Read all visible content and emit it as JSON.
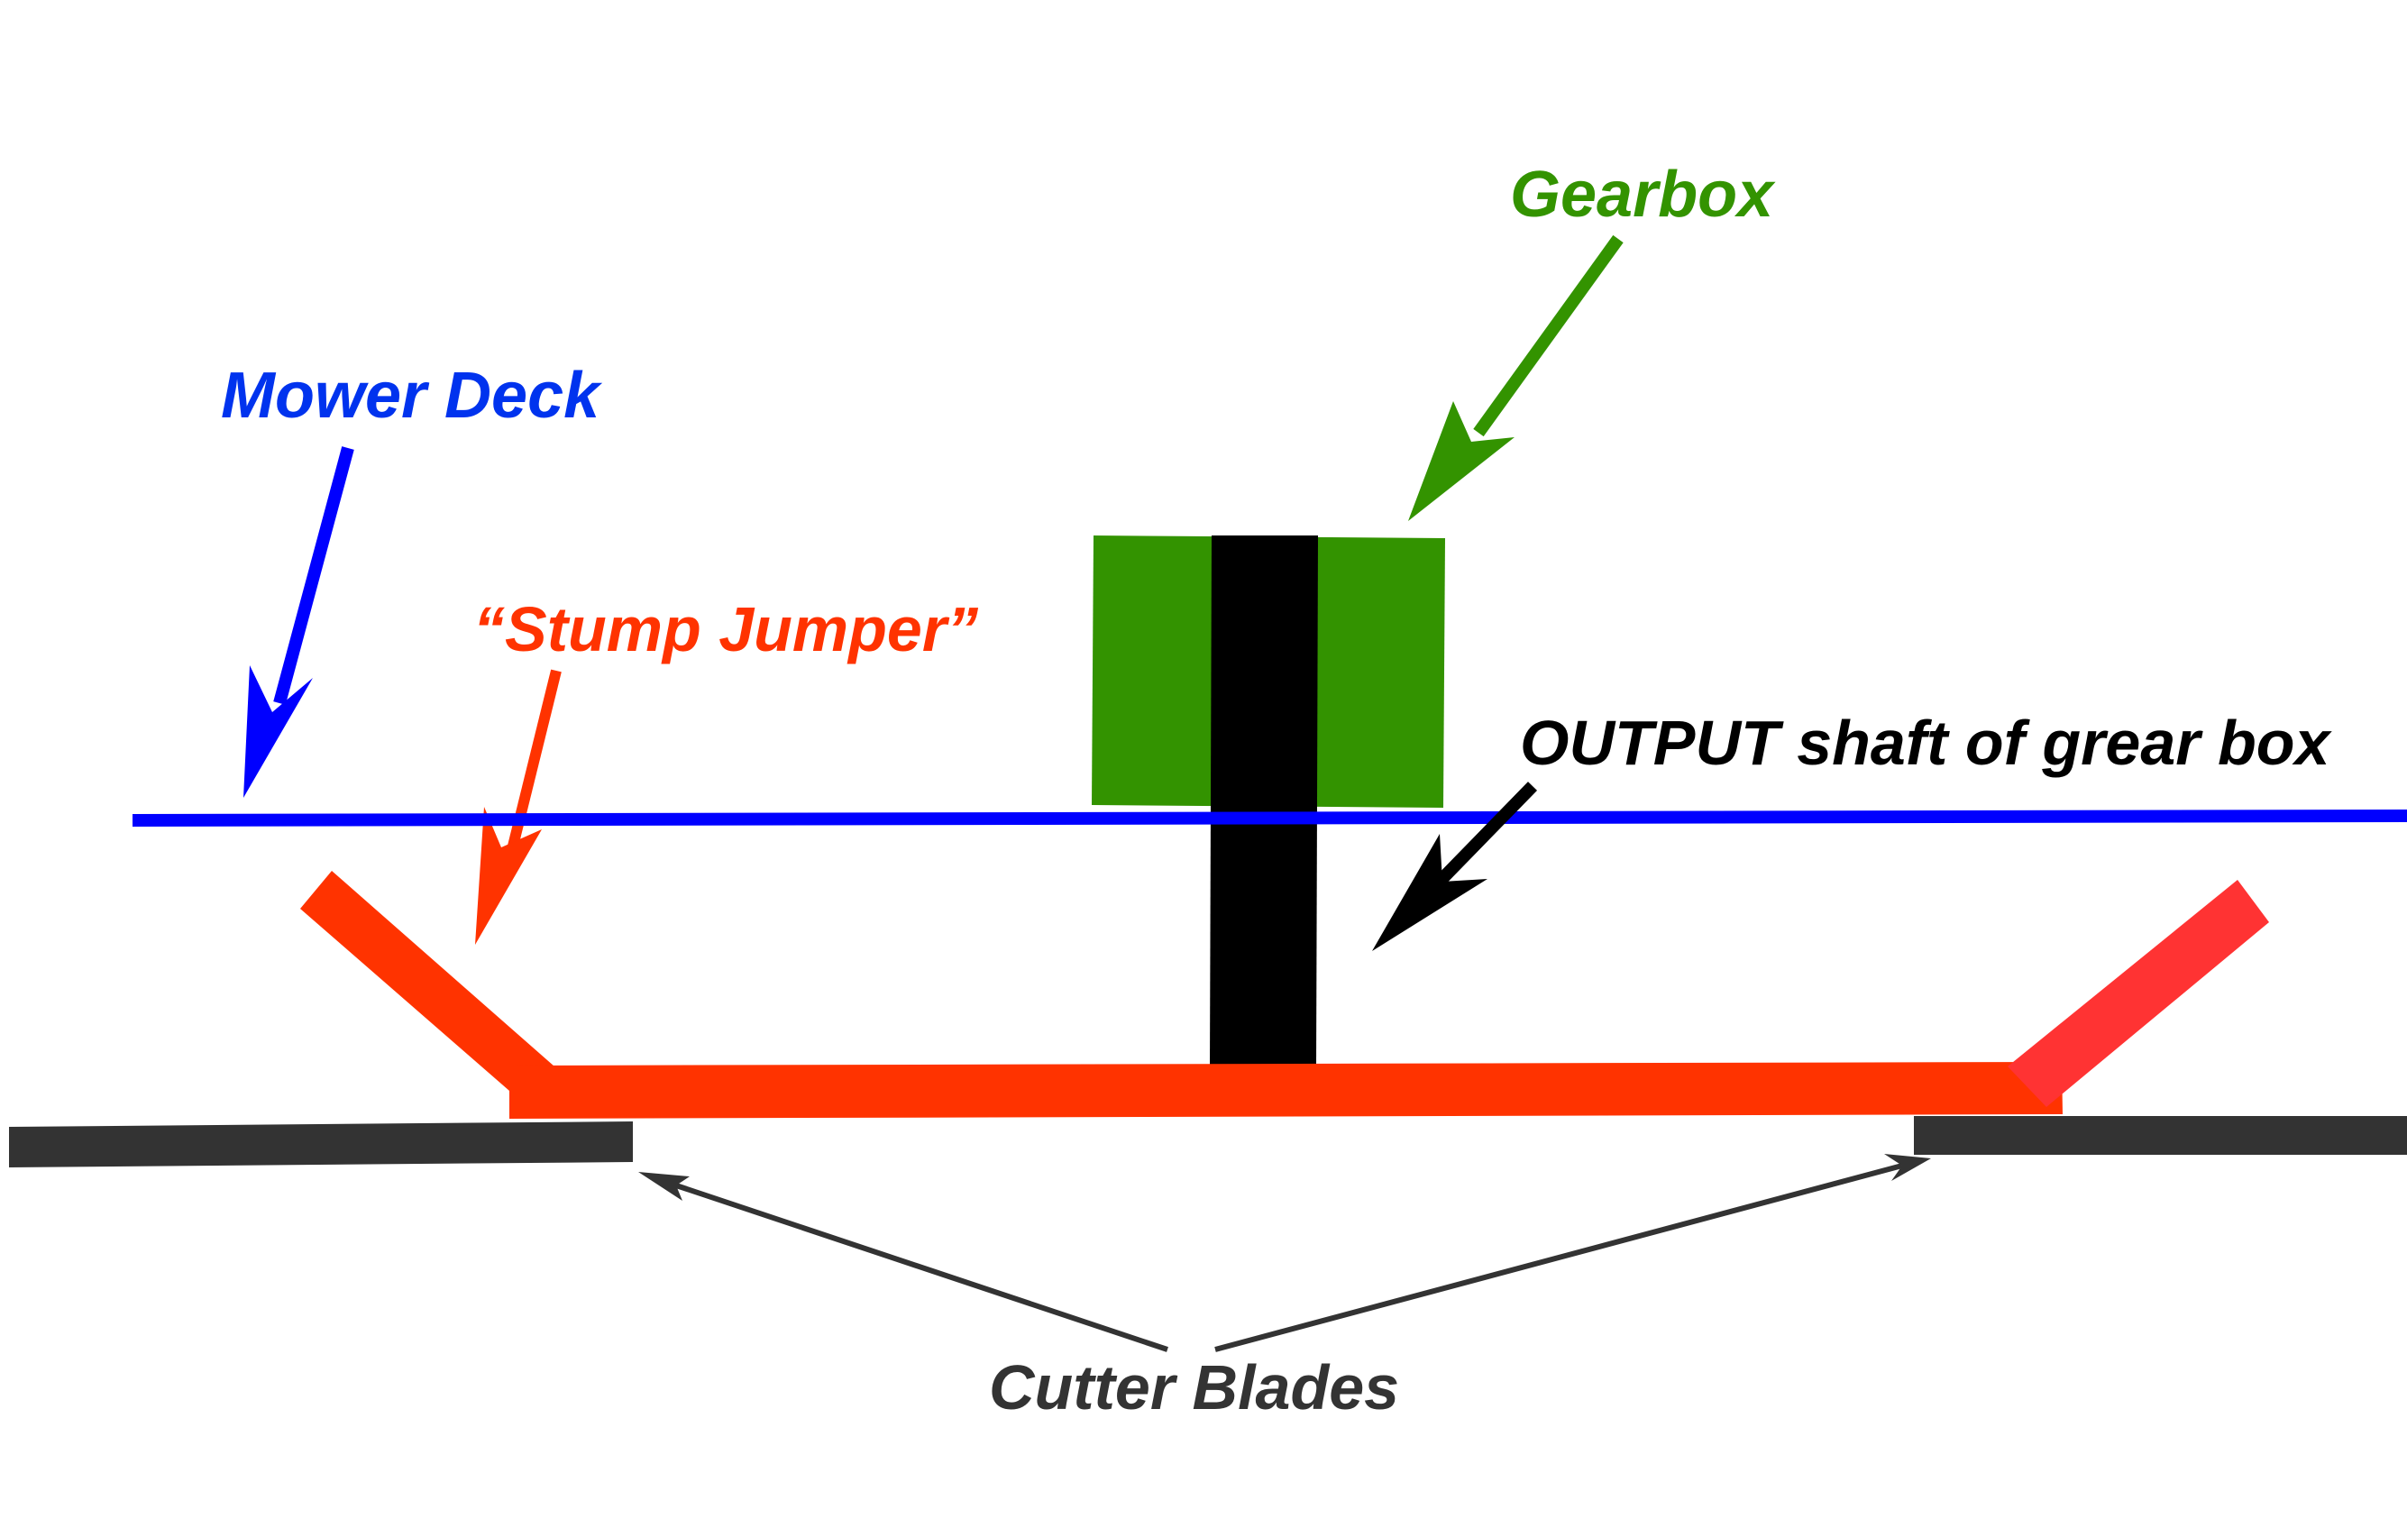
{
  "labels": {
    "gearbox": "Gearbox",
    "mower_deck": "Mower Deck",
    "stump_jumper": "“Stump Jumper”",
    "output_shaft": "OUTPUT shaft of  grear box",
    "cutter_blades": "Cutter Blades"
  },
  "colors": {
    "gearbox": "#339300",
    "mower_deck": "#0000ff",
    "mower_deck_text": "#0033ee",
    "stump_jumper": "#ff3300",
    "stump_jumper_right_arm": "#ff3333",
    "output_shaft": "#000000",
    "cutter_blades": "#333333"
  }
}
